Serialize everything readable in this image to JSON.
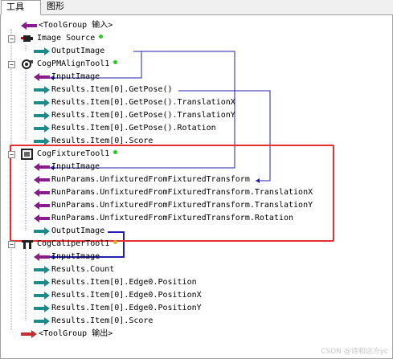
{
  "tabs": [
    {
      "label": "工具"
    },
    {
      "label": "图形"
    }
  ],
  "tree": {
    "group_in": "<ToolGroup 输入>",
    "image_source": {
      "name": "Image Source",
      "children": [
        "OutputImage"
      ]
    },
    "pm_align": {
      "name": "CogPMAlignTool1",
      "children": [
        "InputImage",
        "Results.Item[0].GetPose()",
        "Results.Item[0].GetPose().TranslationX",
        "Results.Item[0].GetPose().TranslationY",
        "Results.Item[0].GetPose().Rotation",
        "Results.Item[0].Score"
      ]
    },
    "fixture": {
      "name": "CogFixtureTool1",
      "children": [
        "InputImage",
        "RunParams.UnfixturedFromFixturedTransform",
        "RunParams.UnfixturedFromFixturedTransform.TranslationX",
        "RunParams.UnfixturedFromFixturedTransform.TranslationY",
        "RunParams.UnfixturedFromFixturedTransform.Rotation",
        "OutputImage"
      ]
    },
    "caliper": {
      "name": "CogCaliperTool1",
      "children": [
        "InputImage",
        "Results.Count",
        "Results.Item[0].Edge0.Position",
        "Results.Item[0].Edge0.PositionX",
        "Results.Item[0].Edge0.PositionY",
        "Results.Item[0].Score"
      ]
    },
    "group_out": "<ToolGroup 输出>"
  },
  "colors": {
    "input_arrow": "#8b1a8b",
    "output_arrow": "#1e8c8c",
    "status_ok": "#22cc22",
    "link_line": "#1f1fb0",
    "highlight": "#e53030"
  },
  "watermark": "CSDN @诗和远方yc"
}
